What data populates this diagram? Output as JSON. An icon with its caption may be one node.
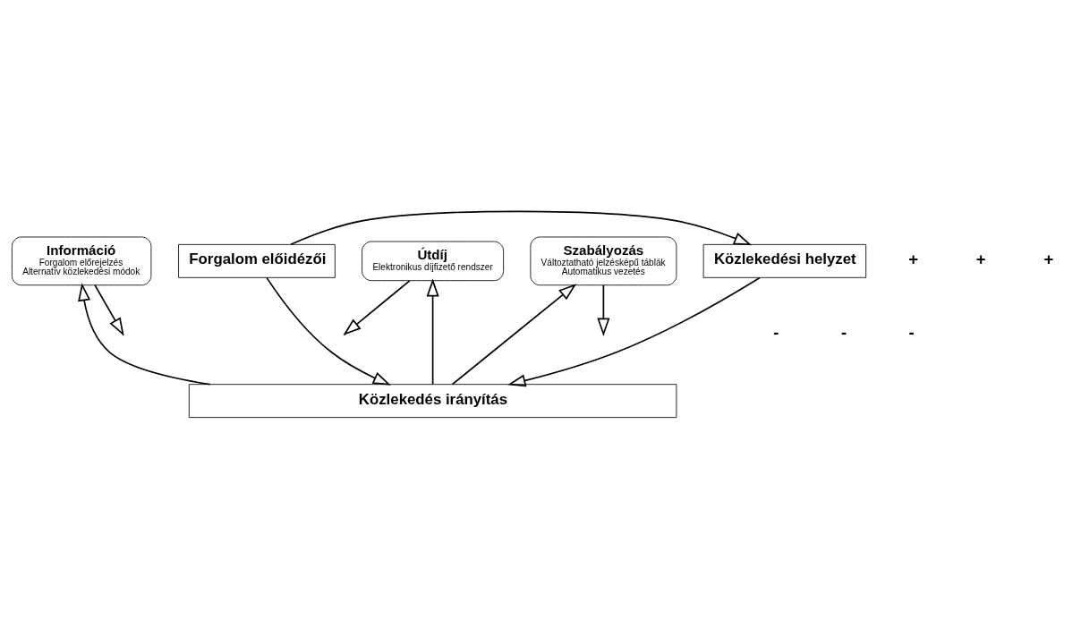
{
  "diagram": {
    "nodes": [
      {
        "text": [
          "Forgalom előidézői"
        ]
      },
      {
        "text": [
          "Közlekedési helyzet"
        ]
      },
      {
        "text": [
          "Útdíj",
          "Elektronikus díjfizető rendszer"
        ]
      },
      {
        "text": [
          "Információ",
          "Forgalom előrejelzés",
          "Alternatív közlekedési módok"
        ]
      },
      {
        "text": [
          "Szabályozás",
          "Változtatható jelzésképű táblák",
          "Automatikus vezetés"
        ]
      },
      {
        "text": [
          "Közlekedés irányítás"
        ]
      }
    ],
    "edges": [
      {
        "from": 0,
        "to": 1,
        "arrow": "to"
      },
      {
        "from": 2,
        "to": null,
        "arrow": "to"
      },
      {
        "from": 3,
        "to": null,
        "arrow": "to"
      },
      {
        "from": 4,
        "to": null,
        "arrow": "to"
      },
      {
        "from": 0,
        "to": 5,
        "arrow": "to"
      },
      {
        "from": 5,
        "to": 2,
        "arrow": "to"
      },
      {
        "from": 5,
        "to": 3,
        "arrow": "to"
      },
      {
        "from": 5,
        "to": 4,
        "arrow": "to"
      },
      {
        "from": 1,
        "to": 5,
        "arrow": "to"
      }
    ],
    "labels": [
      "+",
      "+",
      "+",
      "-",
      "-",
      "-"
    ]
  }
}
